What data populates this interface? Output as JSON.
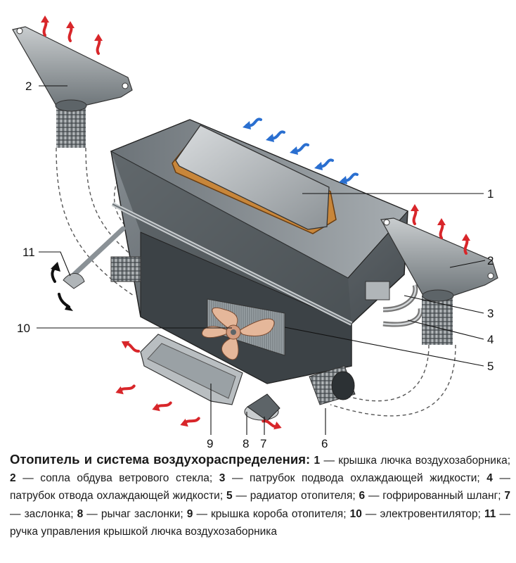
{
  "callouts": {
    "c1": "1",
    "c2a": "2",
    "c2b": "2",
    "c3": "3",
    "c4": "4",
    "c5": "5",
    "c6": "6",
    "c7": "7",
    "c8": "8",
    "c9": "9",
    "c10": "10",
    "c11": "11"
  },
  "caption": {
    "title": "Отопитель и система воздухораспределения:",
    "items": [
      {
        "num": "1",
        "text": " — крышка лючка воздухозаборника; "
      },
      {
        "num": "2",
        "text": " — сопла обдува ветрового стекла; "
      },
      {
        "num": "3",
        "text": " — патрубок подвода охлаждающей жидкости; "
      },
      {
        "num": "4",
        "text": " — патрубок отвода охлаждающей жидкости; "
      },
      {
        "num": "5",
        "text": " — радиатор отопителя; "
      },
      {
        "num": "6",
        "text": " — гофрированный шланг; "
      },
      {
        "num": "7",
        "text": " — заслонка; "
      },
      {
        "num": "8",
        "text": " — рычаг заслонки; "
      },
      {
        "num": "9",
        "text": " — крышка короба отопителя; "
      },
      {
        "num": "10",
        "text": " — электровентилятор; "
      },
      {
        "num": "11",
        "text": " — ручка управления крышкой лючка воздухозаборника"
      }
    ]
  },
  "colors": {
    "hot_air_arrow": "#d8262a",
    "cold_air_arrow": "#2a6fd0",
    "housing": "#5d6468",
    "fan": "#e5b79a"
  }
}
